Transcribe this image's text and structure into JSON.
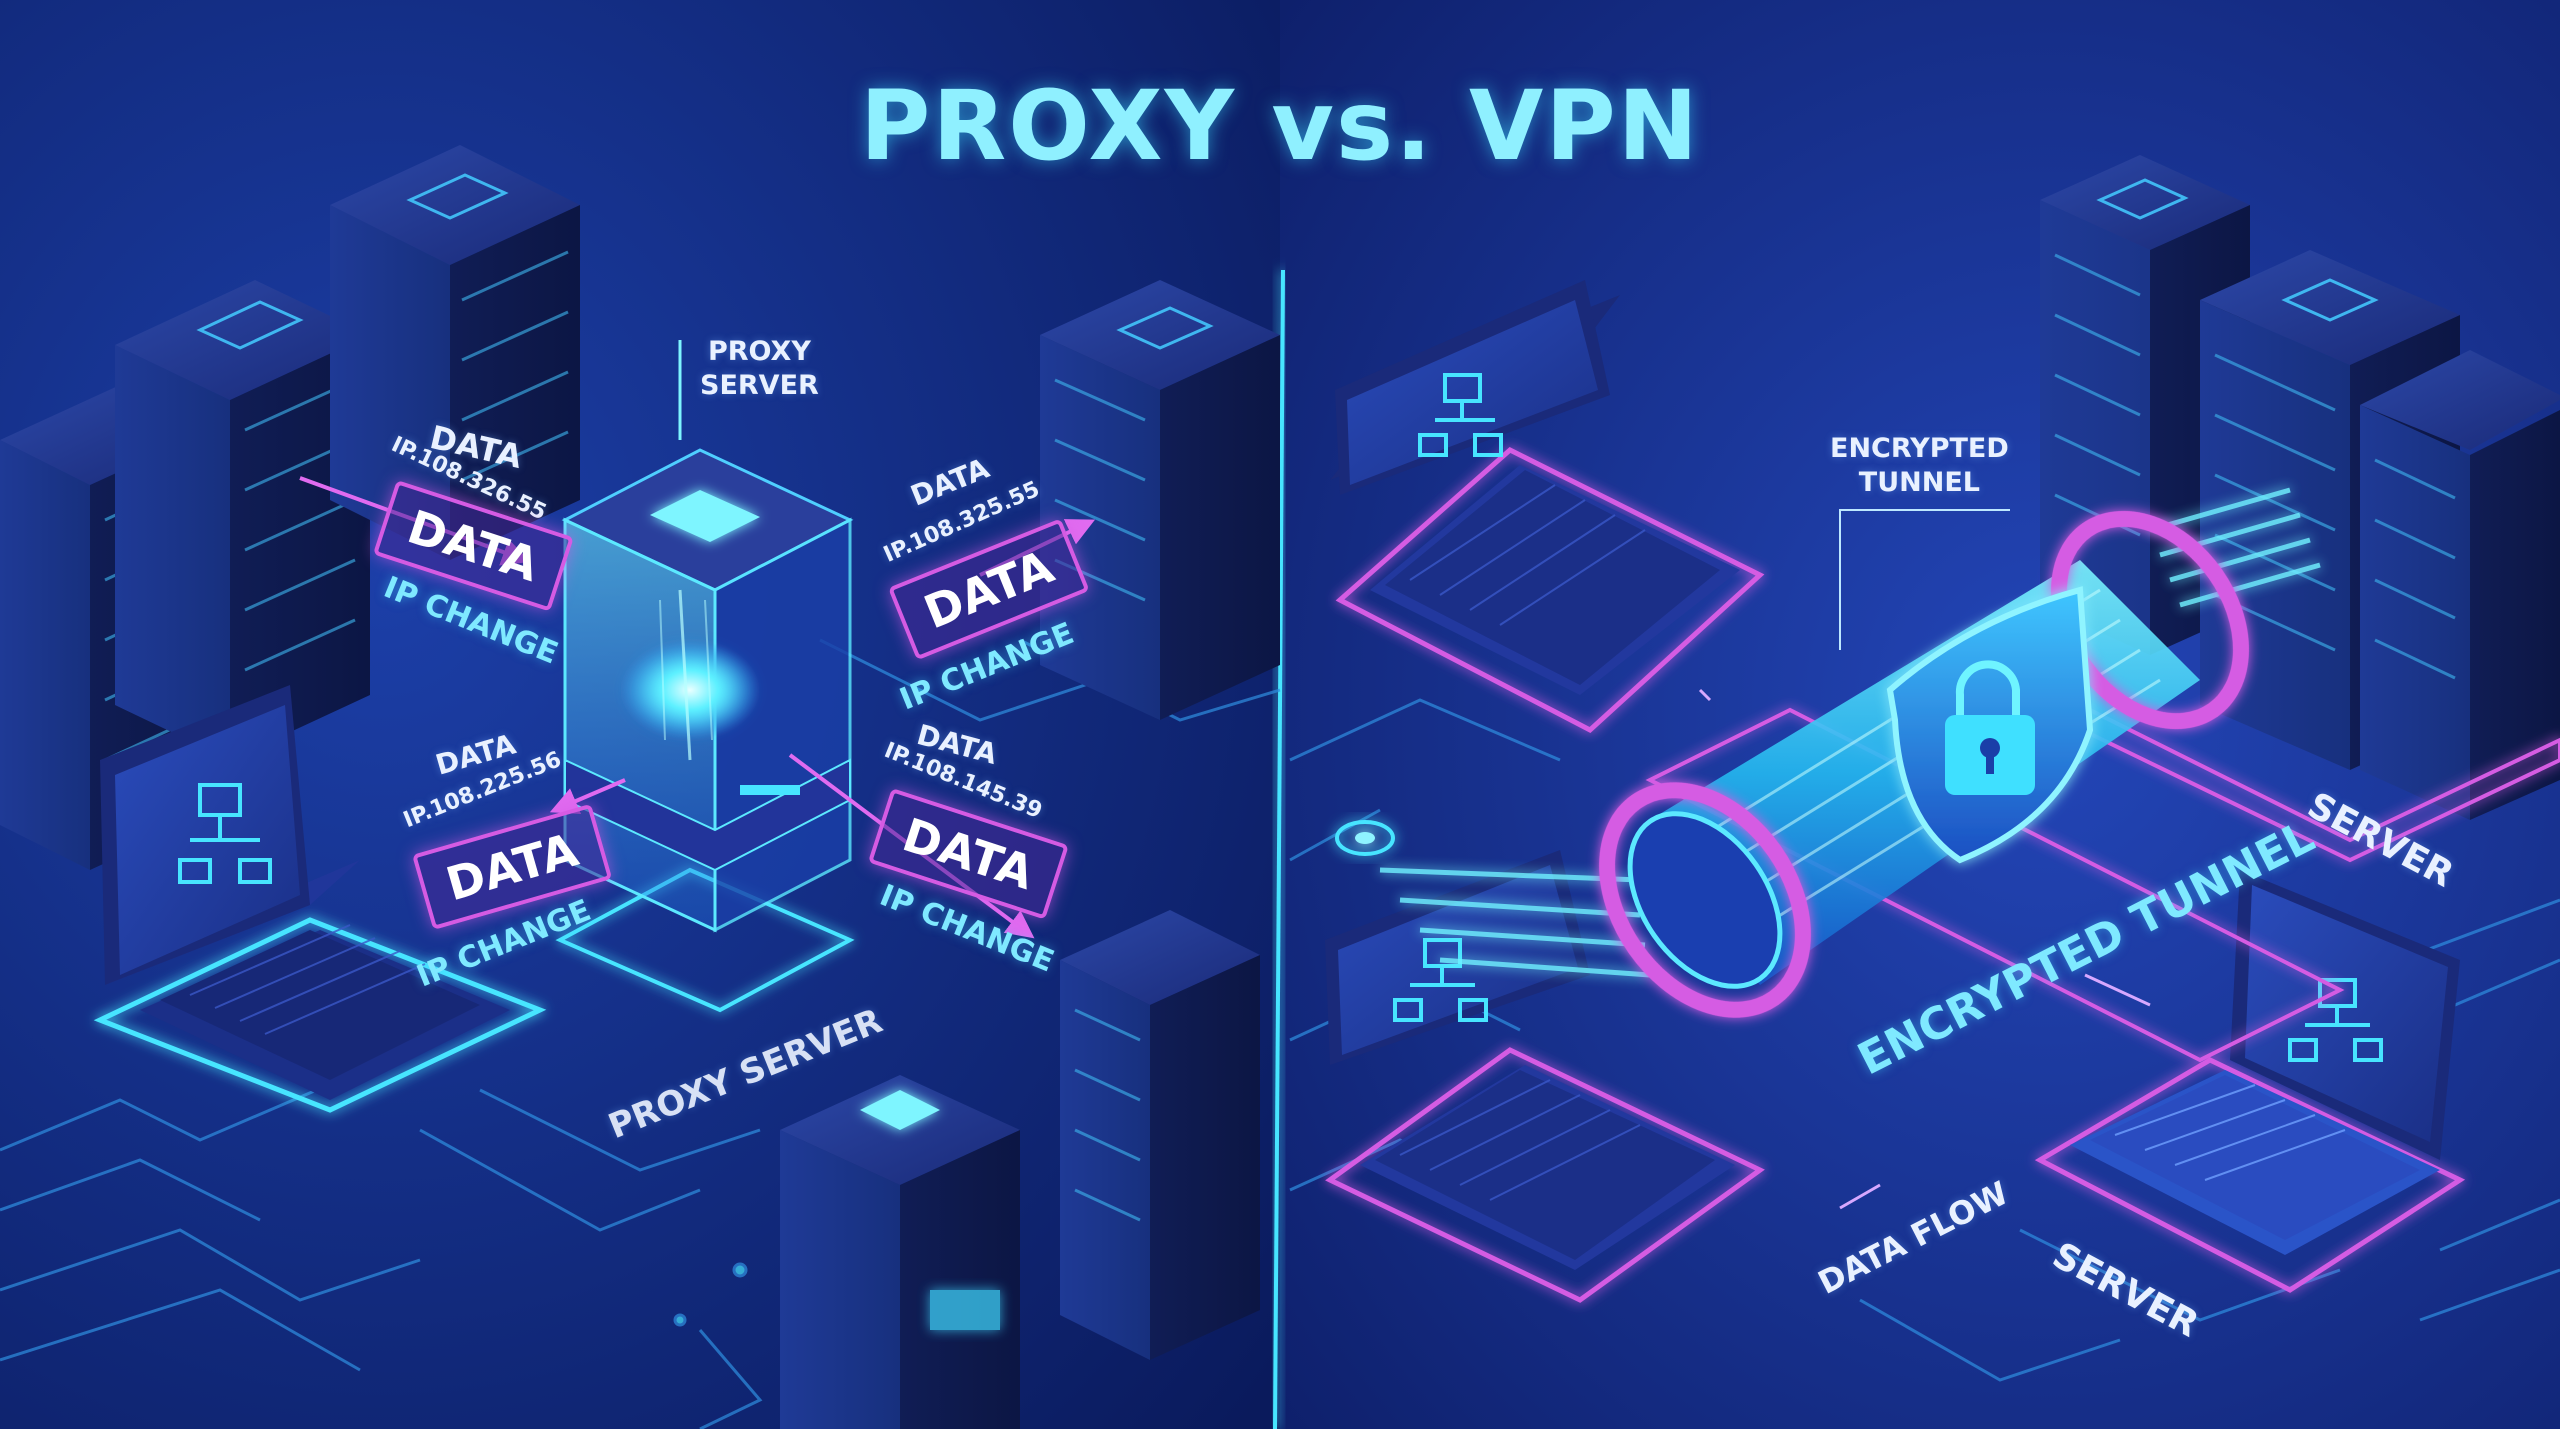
{
  "title": "PROXY vs. VPN",
  "colors": {
    "background": "#0a1f6b",
    "accent_cyan": "#38e3ff",
    "accent_magenta": "#d55be3",
    "server_dark": "#14215e",
    "server_face": "#1d3a92"
  },
  "proxy_side": {
    "callout": {
      "line1": "PROXY",
      "line2": "SERVER"
    },
    "floor_label": "PROXY SERVER",
    "flows": [
      {
        "data_label": "DATA",
        "ip": "IP.108.326.55",
        "tag": "DATA",
        "change": "IP CHANGE"
      },
      {
        "data_label": "DATA",
        "ip": "IP.108.325.55",
        "tag": "DATA",
        "change": "IP CHANGE"
      },
      {
        "data_label": "DATA",
        "ip": "IP.108.225.56",
        "tag": "DATA",
        "change": "IP CHANGE"
      },
      {
        "data_label": "DATA",
        "ip": "IP.108.145.39",
        "tag": "DATA",
        "change": "IP CHANGE"
      }
    ]
  },
  "vpn_side": {
    "callout": {
      "line1": "ENCRYPTED",
      "line2": "TUNNEL"
    },
    "tunnel_label": "ENCRYPTED TUNNEL",
    "server_label_top": "SERVER",
    "server_label_bottom": "SERVER",
    "data_flow_label": "DATA FLOW",
    "icons": [
      "lock-icon",
      "shield-icon",
      "network-icon"
    ]
  }
}
